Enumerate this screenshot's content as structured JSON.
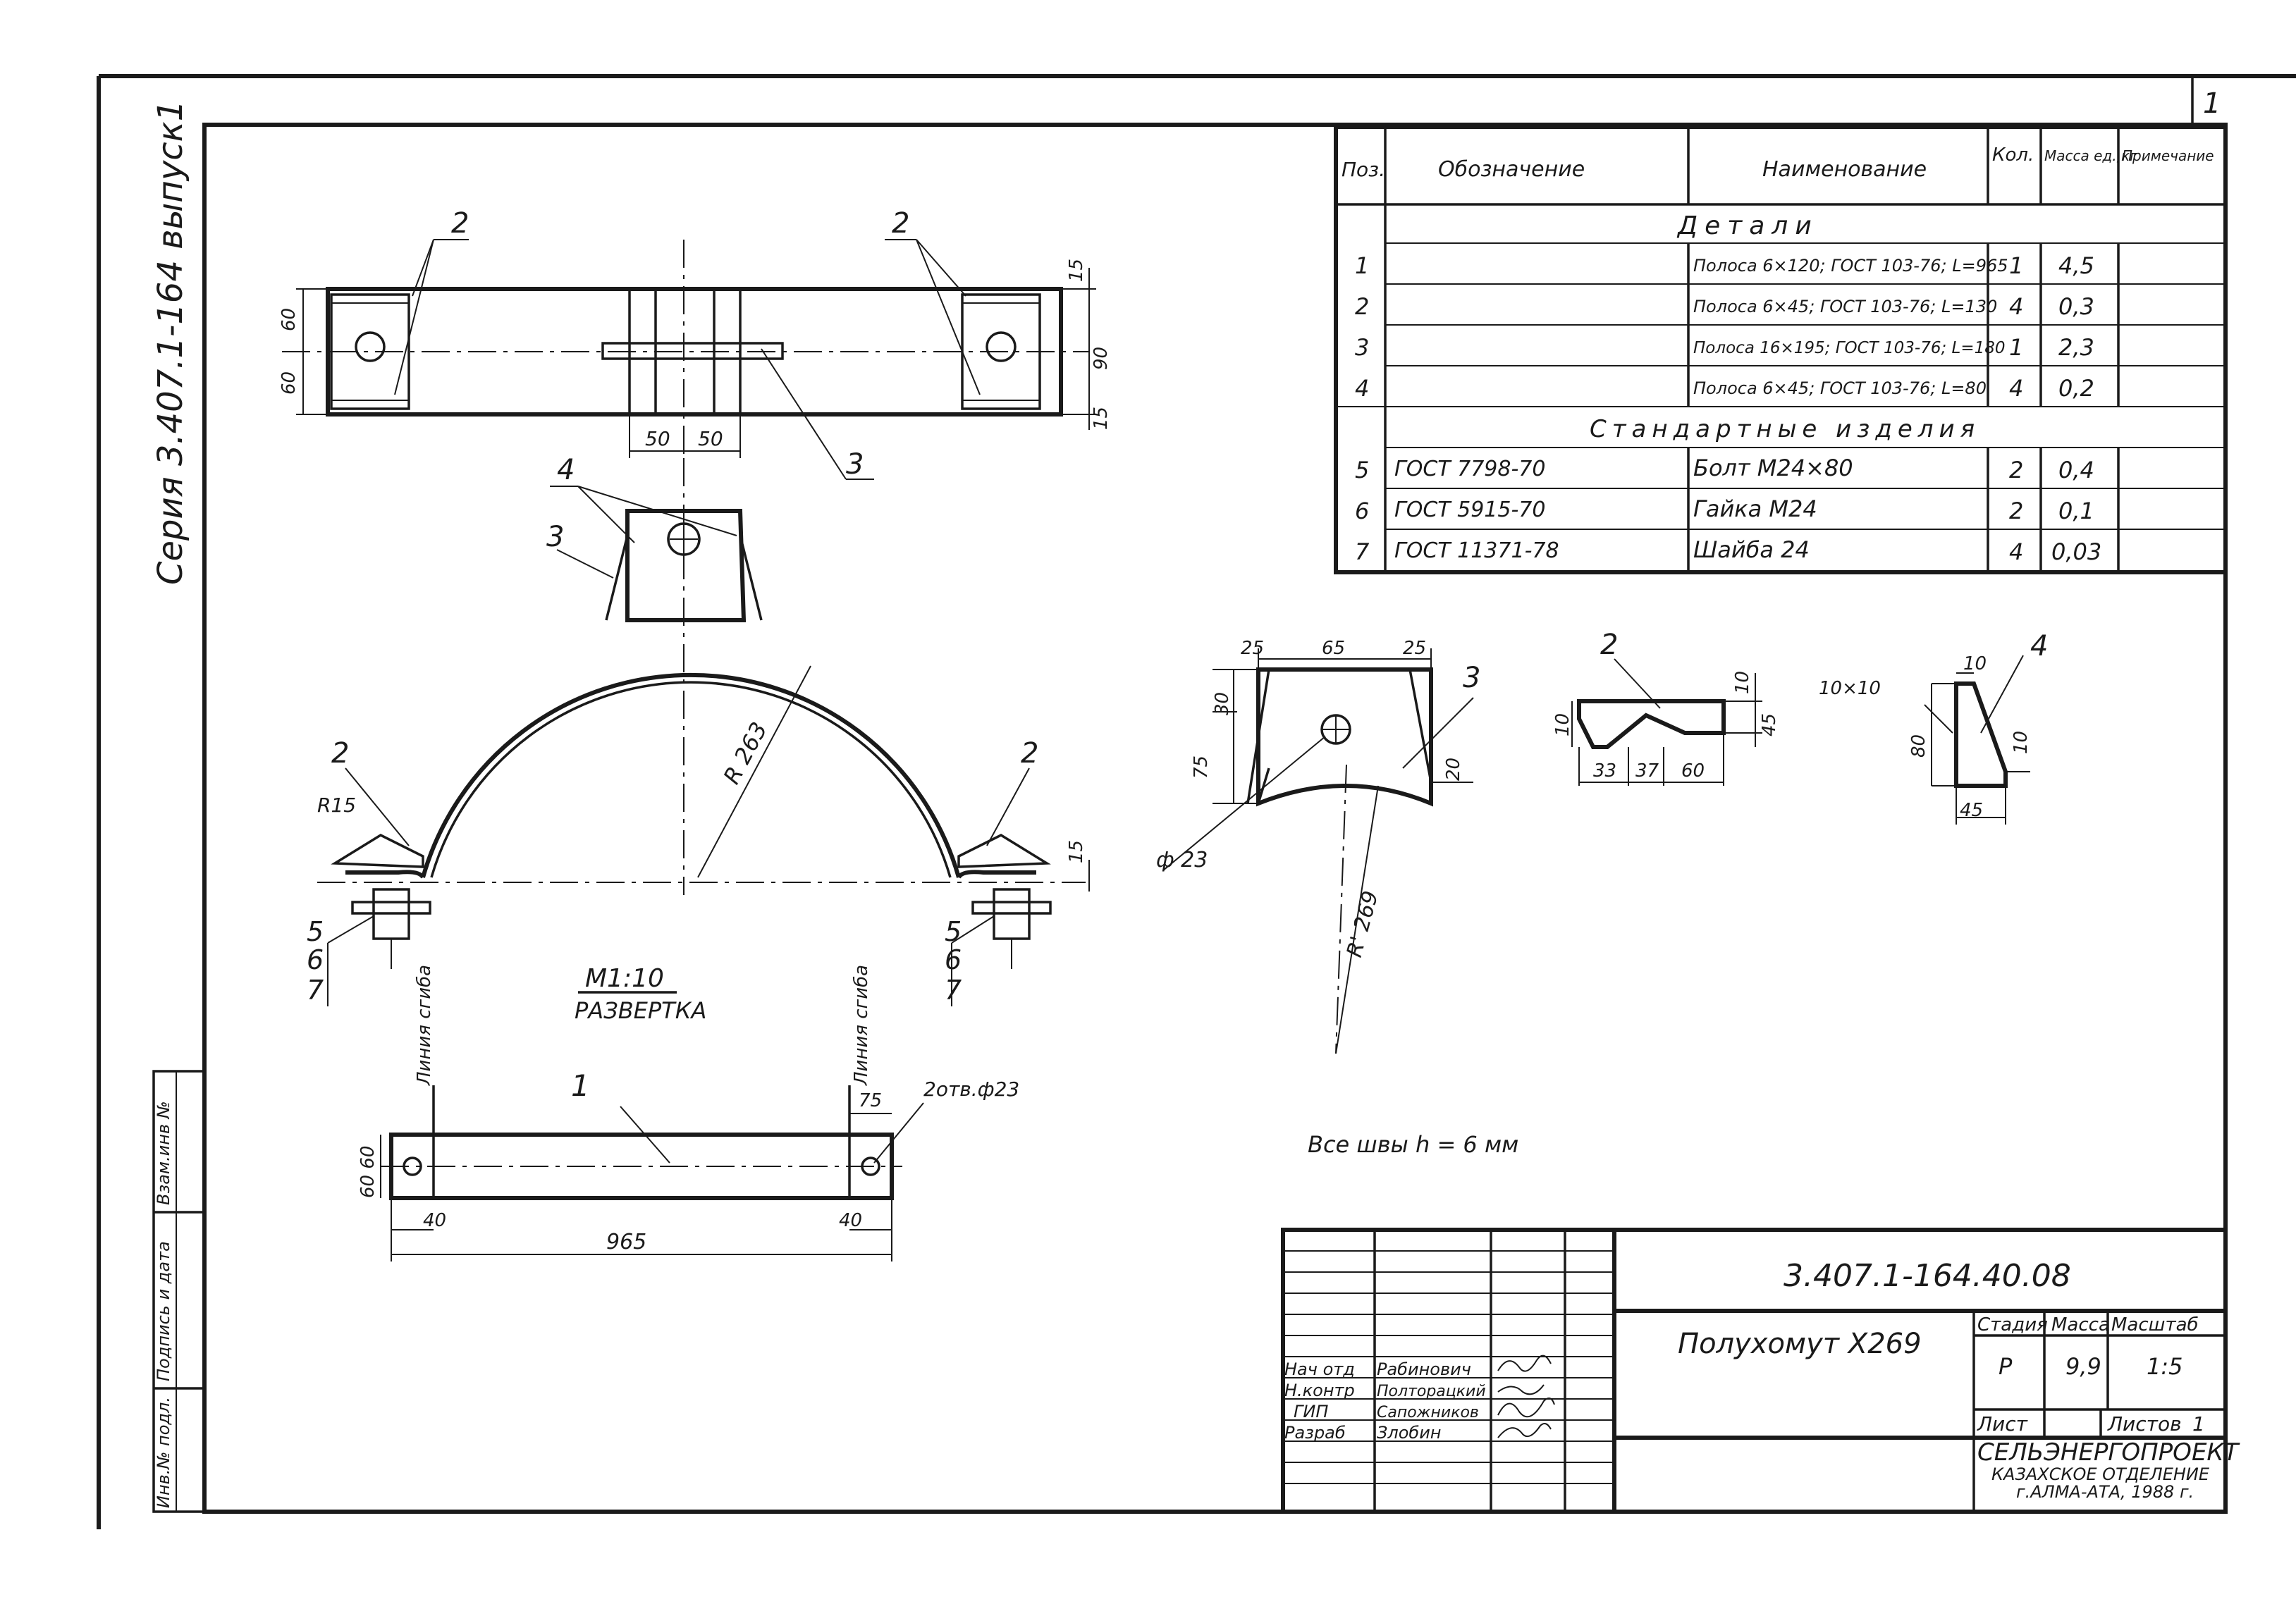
{
  "sheet": {
    "series": "Серия 3.407.1-164 выпуск1",
    "sheet_corner": "1",
    "side_stamp": [
      "Взам.инв №",
      "Подпись и дата",
      "Инв.№ подл."
    ]
  },
  "spec_table": {
    "headers": [
      "Поз.",
      "Обозначение",
      "Наименование",
      "Кол.",
      "Масса ед.,кг",
      "Примечание"
    ],
    "section_details": "Детали",
    "section_standard": "Стандартные изделия",
    "rows": [
      {
        "pos": "1",
        "designation": "",
        "name": "Полоса 6×120; ГОСТ 103-76; L=965",
        "qty": "1",
        "mass": "4,5"
      },
      {
        "pos": "2",
        "designation": "",
        "name": "Полоса 6×45; ГОСТ 103-76; L=130",
        "qty": "4",
        "mass": "0,3"
      },
      {
        "pos": "3",
        "designation": "",
        "name": "Полоса 16×195; ГОСТ 103-76; L=180",
        "qty": "1",
        "mass": "2,3"
      },
      {
        "pos": "4",
        "designation": "",
        "name": "Полоса 6×45; ГОСТ 103-76; L=80",
        "qty": "4",
        "mass": "0,2"
      },
      {
        "pos": "5",
        "designation": "ГОСТ 7798-70",
        "name": "Болт М24×80",
        "qty": "2",
        "mass": "0,4"
      },
      {
        "pos": "6",
        "designation": "ГОСТ 5915-70",
        "name": "Гайка М24",
        "qty": "2",
        "mass": "0,1"
      },
      {
        "pos": "7",
        "designation": "ГОСТ 11371-78",
        "name": "Шайба 24",
        "qty": "4",
        "mass": "0,03"
      }
    ]
  },
  "top_view": {
    "callouts": [
      "2",
      "2",
      "3"
    ],
    "dims": [
      "60",
      "60",
      "15",
      "90",
      "15",
      "50",
      "50"
    ]
  },
  "front_view": {
    "callouts": [
      "4",
      "3",
      "2",
      "2",
      "5",
      "6",
      "7",
      "5",
      "6",
      "7"
    ],
    "radius_label": "R 263",
    "r15_label": "R15",
    "dim_15": "15"
  },
  "development": {
    "scale": "М1:10",
    "title": "РАЗВЕРТКА",
    "bend_line": [
      "Линия сгиба",
      "Линия сгиба"
    ],
    "callout": "1",
    "holes": "2отв.ф23",
    "dims": [
      "75",
      "60 60",
      "40",
      "40",
      "965"
    ]
  },
  "part3": {
    "callout": "3",
    "dims": [
      "25",
      "65",
      "25",
      "30",
      "75",
      "20"
    ],
    "hole": "ф 23",
    "radius": "R' 269"
  },
  "part2": {
    "callout": "2",
    "dims": [
      "10",
      "10",
      "45",
      "33",
      "37",
      "60"
    ]
  },
  "part4": {
    "callout": "4",
    "dims": [
      "10×10",
      "10",
      "80",
      "10",
      "45"
    ]
  },
  "note": "Все швы h = 6 мм",
  "title_block": {
    "code": "3.407.1-164.40.08",
    "part_name": "Полухомут Х269",
    "stage_label": "Стадия",
    "stage": "Р",
    "mass_label": "Масса",
    "mass": "9,9",
    "scale_label": "Масштаб",
    "scale": "1:5",
    "sheet_label": "Лист",
    "sheets_label": "Листов",
    "sheets": "1",
    "org": "СЕЛЬЭНЕРГОПРОЕКТ",
    "org_dept": "КАЗАХСКОЕ ОТДЕЛЕНИЕ",
    "org_city": "г.АЛМА-АТА, 1988 г.",
    "signatures": [
      {
        "role": "Нач отд",
        "name": "Рабинович"
      },
      {
        "role": "Н.контр",
        "name": "Полторацкий"
      },
      {
        "role": "ГИП",
        "name": "Сапожников"
      },
      {
        "role": "Разраб",
        "name": "Злобин"
      }
    ]
  }
}
